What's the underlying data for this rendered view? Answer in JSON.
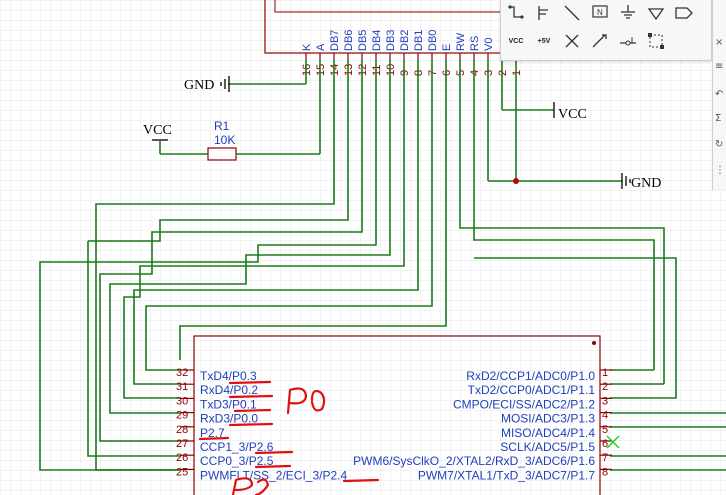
{
  "lcd": {
    "pins": [
      {
        "num": "16",
        "name": "K"
      },
      {
        "num": "15",
        "name": "A"
      },
      {
        "num": "14",
        "name": "DB7"
      },
      {
        "num": "13",
        "name": "DB6"
      },
      {
        "num": "12",
        "name": "DB5"
      },
      {
        "num": "11",
        "name": "DB4"
      },
      {
        "num": "10",
        "name": "DB3"
      },
      {
        "num": "9",
        "name": "DB2"
      },
      {
        "num": "8",
        "name": "DB1"
      },
      {
        "num": "7",
        "name": "DB0"
      },
      {
        "num": "6",
        "name": "E"
      },
      {
        "num": "5",
        "name": "RW"
      },
      {
        "num": "4",
        "name": "RS"
      },
      {
        "num": "3",
        "name": "V0"
      },
      {
        "num": "2",
        "name": ""
      },
      {
        "num": "1",
        "name": ""
      }
    ]
  },
  "power": {
    "gnd_left": "GND",
    "gnd_right": "GND",
    "vcc_left": "VCC",
    "vcc_right": "VCC"
  },
  "resistor": {
    "ref": "R1",
    "value": "10K"
  },
  "mcu": {
    "left_pins": [
      {
        "num": "32",
        "name": "TxD4/P0.3"
      },
      {
        "num": "31",
        "name": "RxD4/P0.2"
      },
      {
        "num": "30",
        "name": "TxD3/P0.1"
      },
      {
        "num": "29",
        "name": "RxD3/P0.0"
      },
      {
        "num": "28",
        "name": "P2.7"
      },
      {
        "num": "27",
        "name": "CCP1_3/P2.6"
      },
      {
        "num": "26",
        "name": "CCP0_3/P2.5"
      },
      {
        "num": "25",
        "name": "PWMFLT/SS_2/ECI_3/P2.4"
      }
    ],
    "right_pins": [
      {
        "num": "1",
        "name": "RxD2/CCP1/ADC0/P1.0"
      },
      {
        "num": "2",
        "name": "TxD2/CCP0/ADC1/P1.1"
      },
      {
        "num": "3",
        "name": "CMPO/ECI/SS/ADC2/P1.2"
      },
      {
        "num": "4",
        "name": "MOSI/ADC3/P1.3"
      },
      {
        "num": "5",
        "name": "MISO/ADC4/P1.4"
      },
      {
        "num": "6",
        "name": "SCLK/ADC5/P1.5"
      },
      {
        "num": "7",
        "name": "PWM6/SysClkO_2/XTAL2/RxD_3/ADC6/P1.6"
      },
      {
        "num": "8",
        "name": "PWM7/XTAL1/TxD_3/ADC7/P1.7"
      }
    ]
  },
  "toolbar": {
    "vcc_label": "VCC",
    "plus5v_label": "+5V"
  },
  "colors": {
    "wire": "#1b7a1b",
    "pin_number": "#8b0000",
    "pin_name": "#1f3fbf",
    "annotation": "#e01010",
    "grid": "#e6e6e6"
  }
}
